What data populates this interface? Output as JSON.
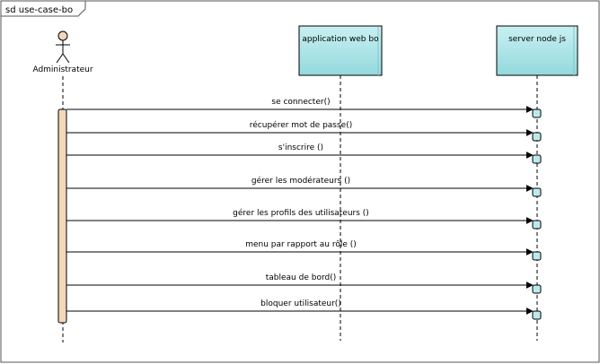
{
  "frame": {
    "title": "sd use-case-bo"
  },
  "lifelines": {
    "actor": {
      "label": "Administrateur"
    },
    "app": {
      "label": "application web bo"
    },
    "server": {
      "label": "server node js"
    }
  },
  "messages": [
    {
      "label": "se connecter()"
    },
    {
      "label": "récupérer mot de passe()"
    },
    {
      "label": "s'inscrire ()"
    },
    {
      "label": "gérer les modérateurs ()"
    },
    {
      "label": "gérer les profils des utilisateurs ()"
    },
    {
      "label": "menu par rapport au rôle ()"
    },
    {
      "label": "tableau de bord()"
    },
    {
      "label": "bloquer utilisateur()"
    }
  ],
  "colors": {
    "frame_stroke": "#555555",
    "lifeline_box_fill_top": "#b8ecef",
    "lifeline_box_fill_bottom": "#8fd8dc",
    "actor_fill": "#f3d7b8",
    "activation_fill": "#f3d7b8",
    "message_line": "#000000",
    "receiver_box_fill": "#bde9ec"
  }
}
